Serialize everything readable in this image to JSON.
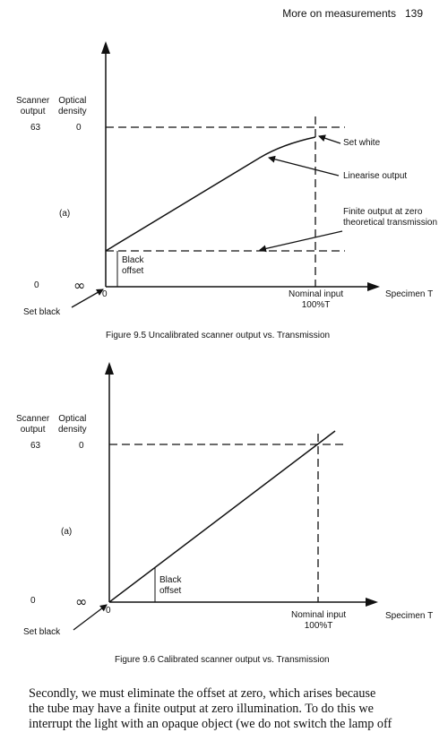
{
  "header": {
    "section_title": "More on measurements",
    "page_number": "139"
  },
  "figure1": {
    "y_label_scanner": [
      "Scanner",
      "output"
    ],
    "y_label_optical": [
      "Optical",
      "density"
    ],
    "top_scanner_value": "63",
    "top_optical_value": "0",
    "bottom_scanner_value": "0",
    "bottom_optical_value": "∞",
    "side_label": "(a)",
    "x_origin": "0",
    "set_black": "Set black",
    "black_offset": [
      "Black",
      "offset"
    ],
    "nominal_input": [
      "Nominal input",
      "100%T"
    ],
    "x_axis_label": "Specimen T",
    "annotation_set_white": "Set white",
    "annotation_linearise": "Linearise output",
    "annotation_finite": [
      "Finite output at zero",
      "theoretical transmission"
    ],
    "caption": "Figure 9.5 Uncalibrated scanner output vs. Transmission"
  },
  "figure2": {
    "y_label_scanner": [
      "Scanner",
      "output"
    ],
    "y_label_optical": [
      "Optical",
      "density"
    ],
    "top_scanner_value": "63",
    "top_optical_value": "0",
    "bottom_scanner_value": "0",
    "bottom_optical_value": "∞",
    "side_label": "(a)",
    "x_origin": "0",
    "set_black": "Set black",
    "black_offset": [
      "Black",
      "offset"
    ],
    "nominal_input": [
      "Nominal input",
      "100%T"
    ],
    "x_axis_label": "Specimen T",
    "caption": "Figure 9.6 Calibrated scanner output vs. Transmission"
  },
  "body_text": [
    "Secondly, we must eliminate the offset at zero, which arises because",
    "the tube may have a finite output at zero illumination. To do this we",
    "interrupt the light with an opaque object (we do not switch the lamp off"
  ]
}
